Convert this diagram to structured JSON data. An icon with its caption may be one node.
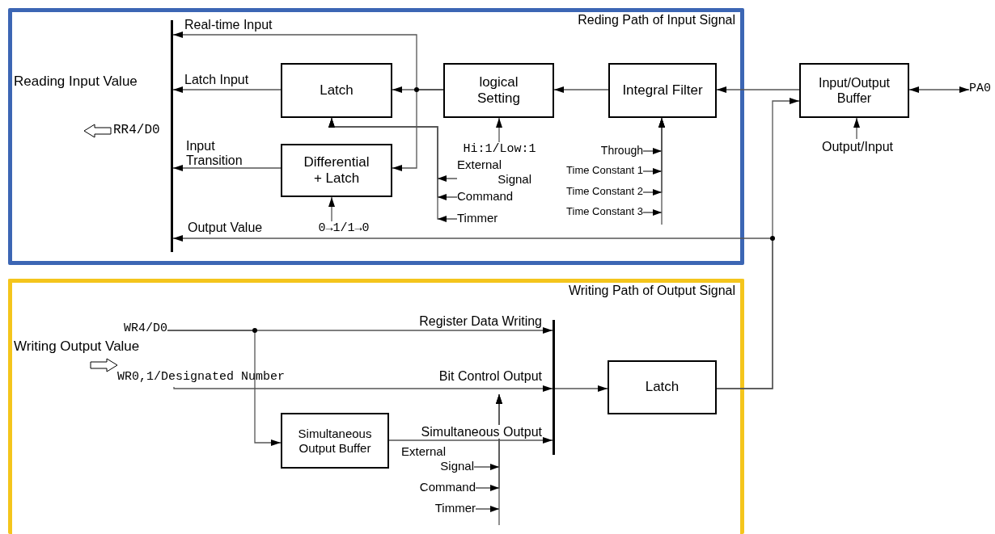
{
  "diagram": {
    "nodes": [
      {
        "text": [
          "Reding Path of Input Signal"
        ]
      },
      {
        "text": [],
        "shape": "bar",
        "in": 0
      },
      {
        "text": [
          "Latch"
        ],
        "in": 0
      },
      {
        "text": [
          "Differential + Latch"
        ],
        "in": 0
      },
      {
        "text": [
          "logical Setting"
        ],
        "in": 0
      },
      {
        "text": [
          "Integral Filter"
        ],
        "in": 0
      },
      {
        "text": [
          "Input/Output Buffer"
        ]
      },
      {
        "text": [
          "PA0"
        ]
      },
      {
        "text": [
          "Output/Input"
        ]
      },
      {
        "text": [
          "Hi:1/Low:1"
        ],
        "in": 0
      },
      {
        "text": [
          "0→1/1→0"
        ],
        "in": 0
      },
      {
        "text": [
          "External Signal"
        ],
        "in": 0
      },
      {
        "text": [
          "Command"
        ],
        "in": 0
      },
      {
        "text": [
          "Timmer"
        ],
        "in": 0
      },
      {
        "text": [
          "Through"
        ],
        "in": 0
      },
      {
        "text": [
          "Time Constant 1"
        ],
        "in": 0
      },
      {
        "text": [
          "Time Constant 2"
        ],
        "in": 0
      },
      {
        "text": [
          "Time Constant 3"
        ],
        "in": 0
      },
      {
        "text": [
          "Writing Path of Output Signal"
        ]
      },
      {
        "text": [],
        "shape": "bar",
        "in": 18
      },
      {
        "text": [
          "Simultaneous Output Buffer"
        ],
        "in": 18
      },
      {
        "text": [
          "Latch"
        ],
        "in": 18
      },
      {
        "text": [
          "WR4/D0"
        ],
        "in": 18
      },
      {
        "text": [
          "WR0,1/Designated Number"
        ],
        "in": 18
      },
      {
        "text": [
          "External Signal"
        ],
        "in": 18
      },
      {
        "text": [
          "Command"
        ],
        "in": 18
      },
      {
        "text": [
          "Timmer"
        ],
        "in": 18
      }
    ],
    "edges": [
      {
        "from": 4,
        "to": 1,
        "arrow": "to",
        "label": "Real-time Input"
      },
      {
        "from": 2,
        "to": 1,
        "arrow": "to",
        "label": "Latch Input"
      },
      {
        "from": 3,
        "to": 1,
        "arrow": "to",
        "label": "Input Transition"
      },
      {
        "from": 21,
        "to": 1,
        "arrow": "to",
        "label": "Output Value"
      },
      {
        "from": 4,
        "to": 2,
        "arrow": "to"
      },
      {
        "from": 4,
        "to": 3,
        "arrow": "to"
      },
      {
        "from": 5,
        "to": 4,
        "arrow": "to"
      },
      {
        "from": 6,
        "to": 5,
        "arrow": "to"
      },
      {
        "from": 6,
        "to": 7,
        "arrow": "both"
      },
      {
        "from": 8,
        "to": 6,
        "arrow": "to"
      },
      {
        "from": 9,
        "to": 4,
        "arrow": "to"
      },
      {
        "from": 10,
        "to": 3,
        "arrow": "to"
      },
      {
        "from": 11,
        "to": 2,
        "arrow": "to"
      },
      {
        "from": 12,
        "to": 2,
        "arrow": "to"
      },
      {
        "from": 13,
        "to": 2,
        "arrow": "to"
      },
      {
        "from": 14,
        "to": 5,
        "arrow": "to"
      },
      {
        "from": 15,
        "to": 5,
        "arrow": "to"
      },
      {
        "from": 16,
        "to": 5,
        "arrow": "to"
      },
      {
        "from": 17,
        "to": 5,
        "arrow": "to"
      },
      {
        "from": 22,
        "to": 19,
        "arrow": "to",
        "label": "Register Data Writing"
      },
      {
        "from": 22,
        "to": 20,
        "arrow": "to"
      },
      {
        "from": 23,
        "to": 19,
        "arrow": "to",
        "label": "Bit Control Output"
      },
      {
        "from": 20,
        "to": 19,
        "arrow": "to",
        "label": "Simultaneous Output"
      },
      {
        "from": 19,
        "to": 21,
        "arrow": "to"
      },
      {
        "from": 21,
        "to": 6,
        "arrow": "to"
      },
      {
        "from": 24,
        "to": null,
        "arrow": "to"
      },
      {
        "from": 25,
        "to": null,
        "arrow": "to"
      },
      {
        "from": 26,
        "to": null,
        "arrow": "to"
      }
    ],
    "labels": [
      "Reading Input Value",
      "RR4/D0",
      "Writing Output Value"
    ]
  }
}
